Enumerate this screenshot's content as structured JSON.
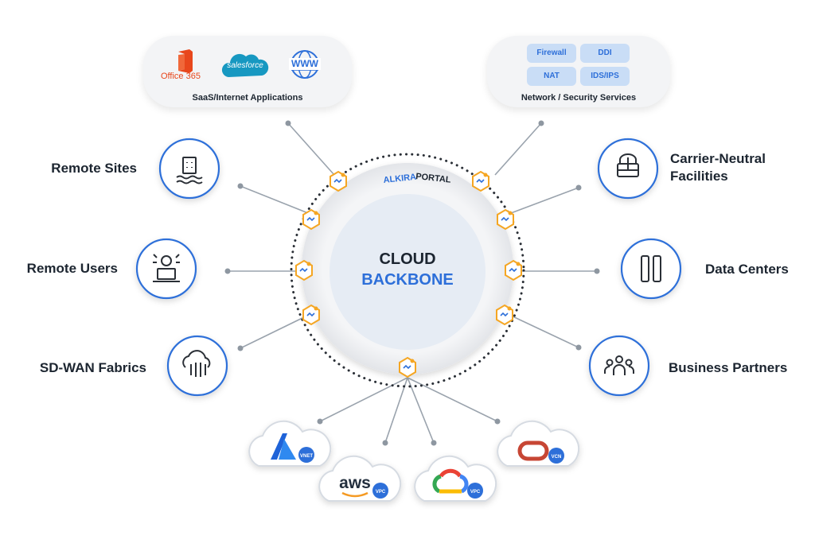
{
  "diagram": {
    "center": {
      "line1": "CLOUD",
      "line2": "BACKBONE"
    },
    "portal": {
      "brand": "ALKIRA",
      "word": "PORTAL"
    },
    "saas": {
      "caption": "SaaS/Internet Applications",
      "office_label": "Office 365",
      "salesforce_label": "salesforce",
      "www_label": "WWW"
    },
    "security": {
      "caption": "Network / Security Services",
      "items": [
        "Firewall",
        "DDI",
        "NAT",
        "IDS/IPS"
      ]
    },
    "left_nodes": [
      {
        "label": "Remote Sites",
        "icon": "building-icon"
      },
      {
        "label": "Remote Users",
        "icon": "remote-user-icon"
      },
      {
        "label": "SD-WAN Fabrics",
        "icon": "sdwan-cloud-icon"
      }
    ],
    "right_nodes": [
      {
        "label_line1": "Carrier-Neutral",
        "label_line2": "Facilities",
        "icon": "facility-icon"
      },
      {
        "label_line1": "Data Centers",
        "icon": "datacenter-icon"
      },
      {
        "label_line1": "Business Partners",
        "icon": "partners-icon"
      }
    ],
    "clouds": [
      {
        "name": "Azure",
        "badge": "VNET",
        "icon": "azure-icon"
      },
      {
        "name": "aws",
        "badge": "VPC",
        "icon": "aws-icon"
      },
      {
        "name": "Google Cloud",
        "badge": "VPC",
        "icon": "gcp-icon"
      },
      {
        "name": "Oracle",
        "badge": "VCN",
        "icon": "oracle-icon"
      }
    ],
    "colors": {
      "accent": "#2d6fd9",
      "orange": "#f5a623",
      "line": "#9aa3ad",
      "text": "#1c2530"
    }
  }
}
